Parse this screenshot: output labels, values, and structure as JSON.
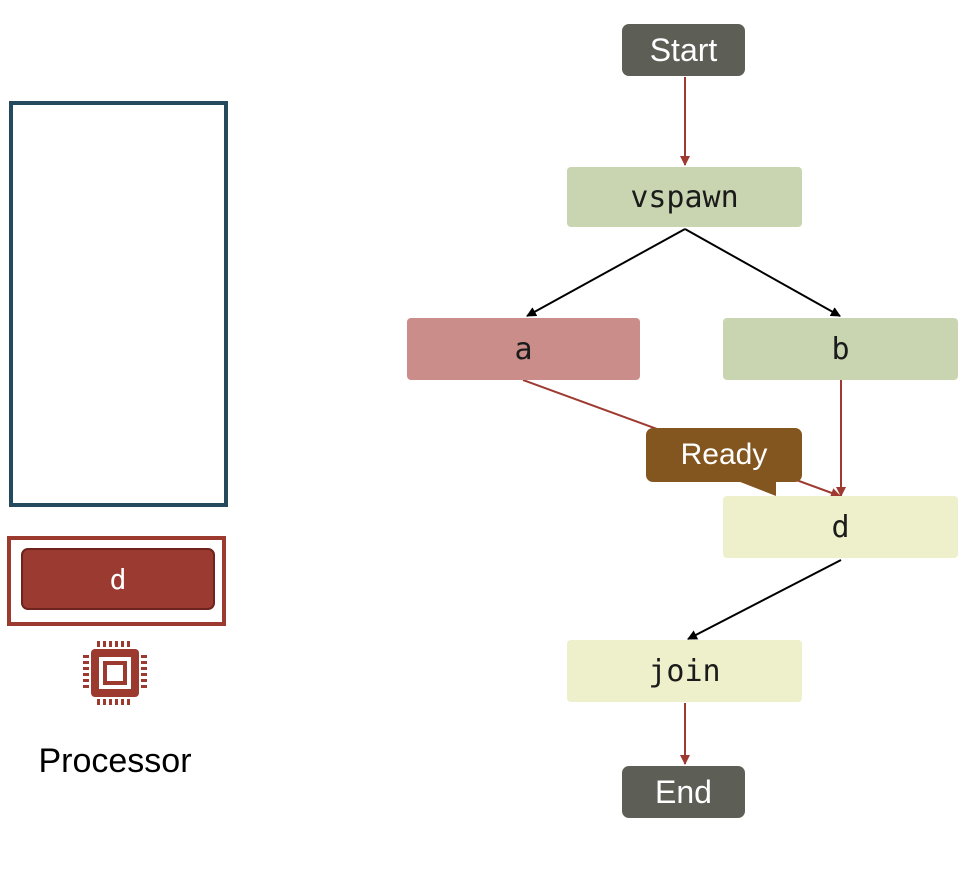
{
  "processor": {
    "label": "Processor",
    "running_task": "d",
    "icon": "cpu-chip-icon"
  },
  "graph": {
    "start": "Start",
    "end": "End",
    "spawn": "vspawn",
    "task_a": "a",
    "task_b": "b",
    "task_d": "d",
    "join": "join",
    "callout": "Ready"
  },
  "colors": {
    "queue_border": "#254a5e",
    "processor_red": "#9a3a30",
    "terminal": "#5d5e56",
    "green_node": "#c8d5b0",
    "task_a": "#cb8d8a",
    "yellow_node": "#eef0cb",
    "callout": "#84561f",
    "red_edge": "#9e3a31",
    "black_edge": "#000000"
  }
}
